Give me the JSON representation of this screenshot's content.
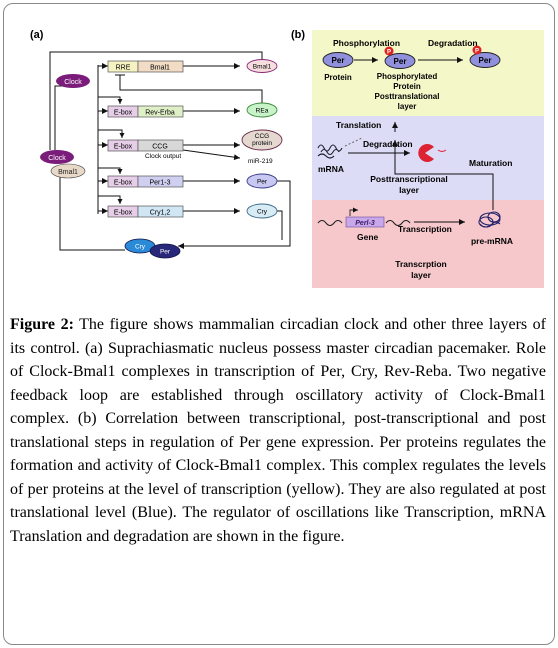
{
  "panel_a": {
    "label": "(a)",
    "clock_top": "Clock",
    "clock_mid": "Clock",
    "bmal1_mid": "Bmal1",
    "rows": [
      {
        "promoter": "RRE",
        "gene": "Bmal1",
        "product": "Bmal1"
      },
      {
        "promoter": "E-box",
        "gene": "Rev-Erba",
        "product": "REa"
      },
      {
        "promoter": "E-box",
        "gene": "CCG",
        "product": "CCG protein",
        "product_line1": "CCG",
        "product_line2": "protein",
        "note": "Clock output",
        "extra": "miR-219"
      },
      {
        "promoter": "E-box",
        "gene": "Per1-3",
        "product": "Per"
      },
      {
        "promoter": "E-box",
        "gene": "Cry1,2",
        "product": "Cry"
      }
    ],
    "complex_cry": "Cry",
    "complex_per": "Per"
  },
  "panel_b": {
    "label": "(b)",
    "phosphorylation": "Phosphorylation",
    "degradation_top": "Degradation",
    "per": "Per",
    "protein": "Protein",
    "p_mark": "P",
    "phos_protein_lines": [
      "Phosphorylated",
      "Protein",
      "Posttranslational",
      "layer"
    ],
    "translation": "Translation",
    "degradation_mid": "Degradation",
    "mrna": "mRNA",
    "maturation": "Maturation",
    "posttranscriptional_lines": [
      "Posttranscriptional",
      "layer"
    ],
    "gene_box": "Perl-3",
    "gene": "Gene",
    "transcription": "Transcription",
    "pre_mrna": "pre-mRNA",
    "transcription_layer_lines": [
      "Transcrption",
      "layer"
    ],
    "colors": {
      "yellow": "#f4f8c8",
      "blue": "#dcdcf6",
      "pink": "#f6c8cc",
      "protein": "#9090dc",
      "phospho": "#dd2222"
    }
  },
  "caption": {
    "label": "Figure 2:",
    "text": " The figure shows mammalian circadian clock and other three layers of its control. (a) Suprachiasmatic nucleus possess master circadian pacemaker. Role of Clock-Bmal1 complexes in transcription of Per, Cry, Rev-Reba. Two negative feedback loop are established through oscillatory activity of Clock-Bmal1 complex. (b) Correlation between transcriptional, post-transcriptional and post translational steps in regulation of Per gene expression. Per proteins regulates the formation and activity of Clock-Bmal1 complex. This complex regulates the levels of per proteins at the level of transcription (yellow). They are also regulated at post translational level (Blue). The regulator of oscillations like Transcription, mRNA Translation and degradation are shown in the figure."
  }
}
